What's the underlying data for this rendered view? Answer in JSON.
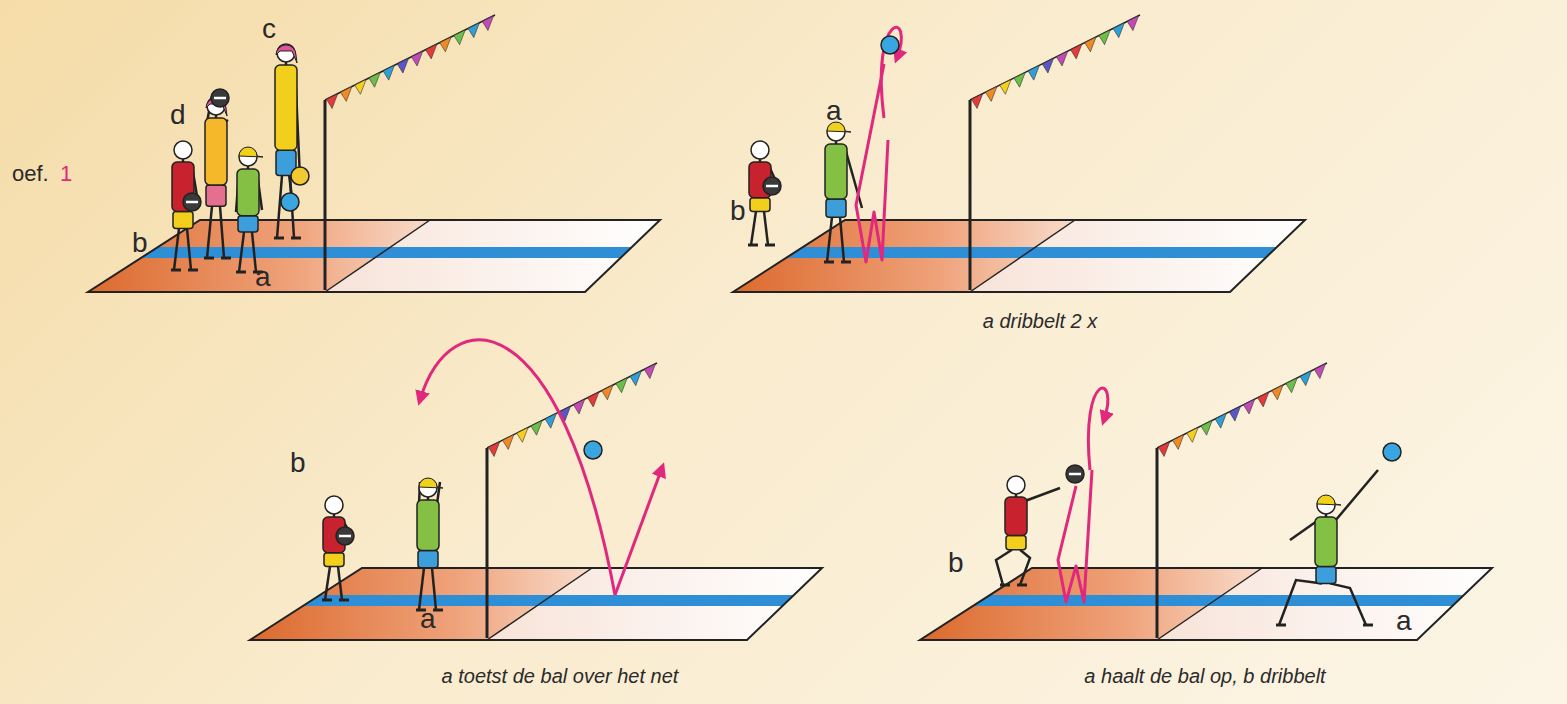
{
  "diagram": {
    "labels": [
      "oef.",
      "1",
      "d",
      "c",
      "b",
      "a",
      "a",
      "b",
      "a dribbelt 2 x",
      "b",
      "a",
      "a toetst de bal over het net",
      "b",
      "a",
      "a haalt de bal op, b dribbelt"
    ]
  }
}
